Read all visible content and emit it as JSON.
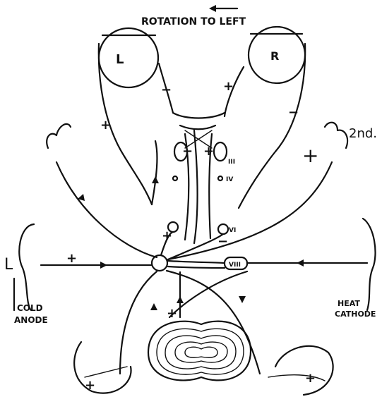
{
  "title": "ROTATION TO LEFT",
  "eyes": {
    "left": "L",
    "right": "R"
  },
  "nuclei": {
    "third": "III",
    "fourth": "IV",
    "sixth": "VI",
    "eighth": "VIII"
  },
  "labels": {
    "left_ear": "L",
    "second": "2nd.",
    "cold_line1": "COLD",
    "cold_line2": "ANODE",
    "heat_line1": "HEAT",
    "heat_line2": "CATHODE"
  },
  "signs": {
    "plus": "+",
    "minus": "−"
  }
}
